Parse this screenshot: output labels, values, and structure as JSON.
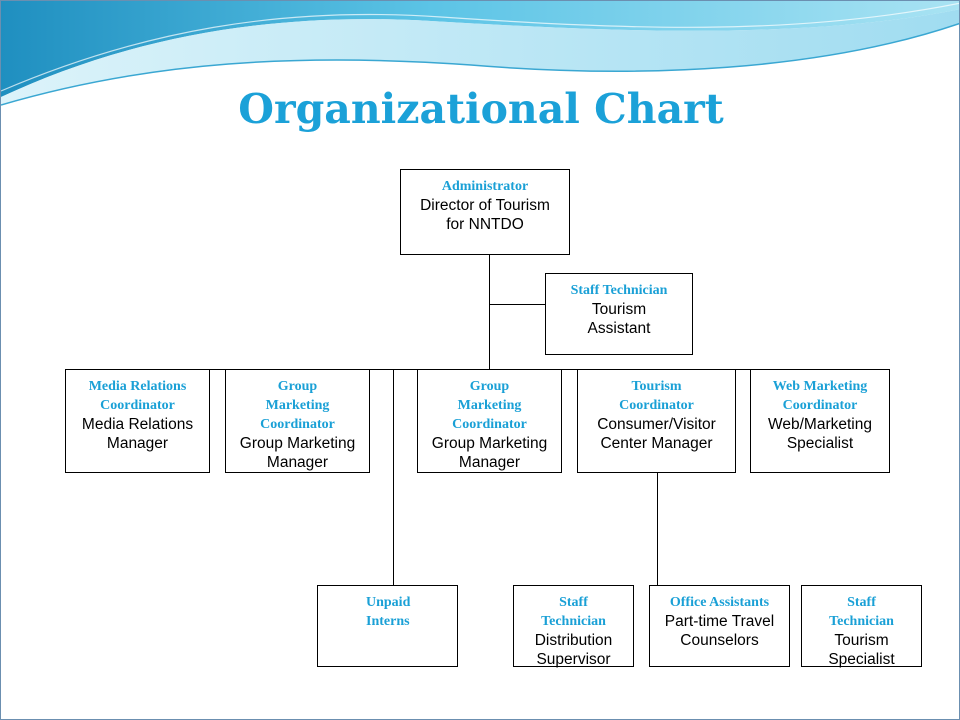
{
  "title": "Organizational Chart",
  "colors": {
    "title": "#1ba1d8",
    "role_text": "#1aa0d6",
    "name_text": "#000000",
    "box_border": "#000000",
    "wave_dark": "#2a9cc9",
    "wave_light": "#bfe9f6"
  },
  "nodes": [
    {
      "id": "administrator",
      "role": "Administrator",
      "name": "Director of Tourism for NNTDO"
    },
    {
      "id": "staff-technician-tourism-assistant",
      "role": "Staff Technician",
      "name": "Tourism Assistant"
    },
    {
      "id": "media-relations-coordinator",
      "role": "Media Relations Coordinator",
      "name": "Media Relations Manager"
    },
    {
      "id": "group-marketing-coordinator-1",
      "role": "Group Marketing Coordinator",
      "name": "Group Marketing Manager"
    },
    {
      "id": "group-marketing-coordinator-2",
      "role": "Group Marketing Coordinator",
      "name": "Group Marketing Manager"
    },
    {
      "id": "tourism-coordinator",
      "role": "Tourism Coordinator",
      "name": "Consumer/Visitor Center Manager"
    },
    {
      "id": "web-marketing-coordinator",
      "role": "Web Marketing Coordinator",
      "name": "Web/Marketing Specialist"
    },
    {
      "id": "unpaid-interns",
      "role": "Unpaid Interns",
      "name": ""
    },
    {
      "id": "staff-technician-distribution",
      "role": "Staff Technician",
      "name": "Distribution Supervisor"
    },
    {
      "id": "office-assistants",
      "role": "Office Assistants",
      "name": "Part-time Travel Counselors"
    },
    {
      "id": "staff-technician-tourism-specialist",
      "role": "Staff Technician",
      "name": "Tourism Specialist"
    }
  ]
}
